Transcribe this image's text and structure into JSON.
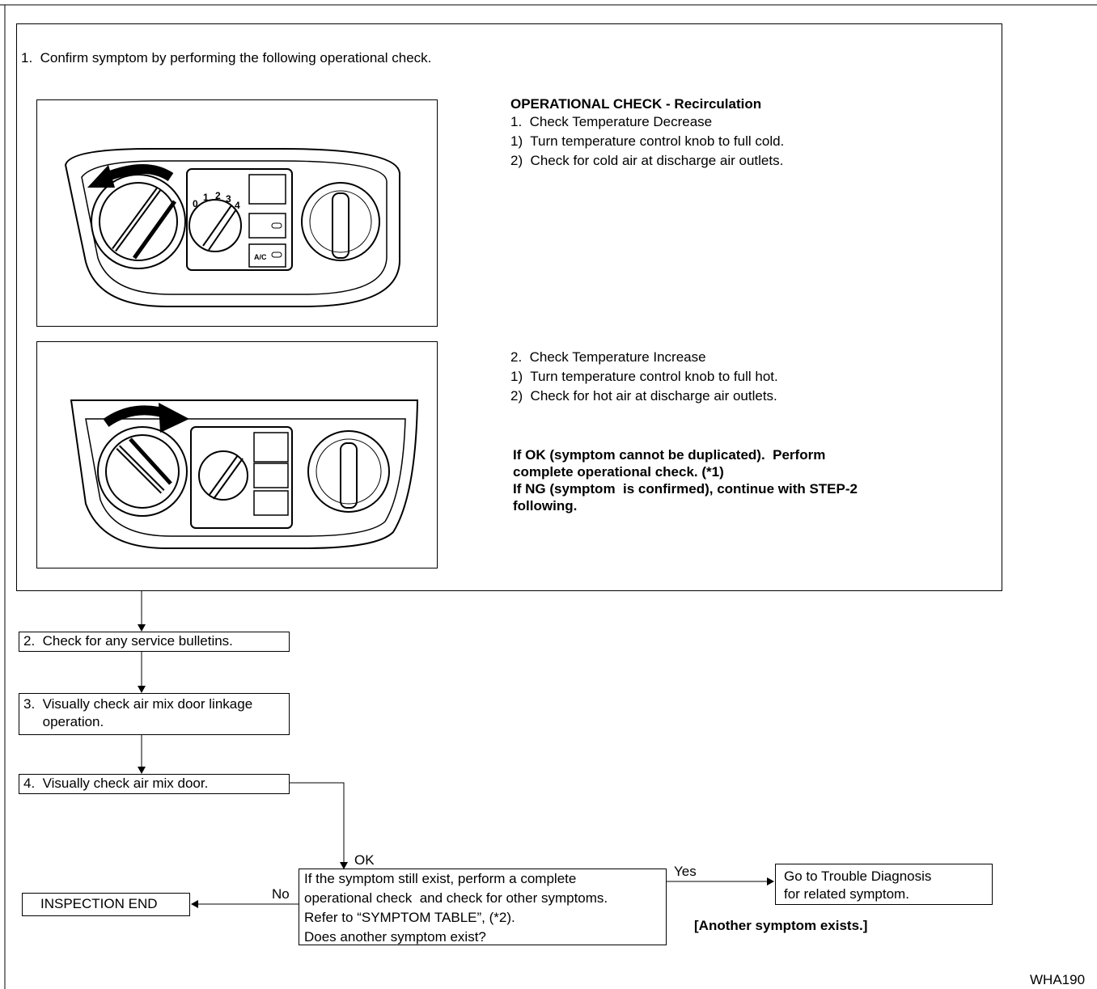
{
  "step1": {
    "title": "1.  Confirm symptom by performing the following operational check.",
    "heading": "OPERATIONAL CHECK - Recirculation",
    "decrease_lines": [
      "1.  Check Temperature Decrease",
      "1)  Turn temperature control knob to full cold.",
      "2)  Check for cold air at discharge air outlets."
    ],
    "increase_lines": [
      "2.  Check Temperature Increase",
      "1)  Turn temperature control knob to full hot.",
      "2)  Check for hot air at discharge air outlets."
    ],
    "result_lines": [
      "If OK (symptom cannot be duplicated).  Perform",
      "complete operational check. (*1)",
      "If NG (symptom  is confirmed), continue with STEP-2",
      "following."
    ]
  },
  "panel": {
    "fan_labels": [
      "0",
      "1",
      "2",
      "3",
      "4"
    ],
    "ac_label": "A/C"
  },
  "step2": "2.  Check for any service bulletins.",
  "step3": [
    "3.  Visually check air mix door linkage",
    "     operation."
  ],
  "step4": "4.  Visually check air mix door.",
  "decision": {
    "lines": [
      "If the symptom still exist, perform a complete",
      "operational check  and check for other symptoms.",
      "Refer to “SYMPTOM TABLE”, (*2).",
      "Does another symptom exist?"
    ],
    "in_label": "OK",
    "yes_label": "Yes",
    "no_label": "No"
  },
  "end_box": "INSPECTION END",
  "goto_box": [
    "Go to Trouble Diagnosis",
    "for related symptom."
  ],
  "another_note": "[Another symptom exists.]",
  "figure_id": "WHA190"
}
